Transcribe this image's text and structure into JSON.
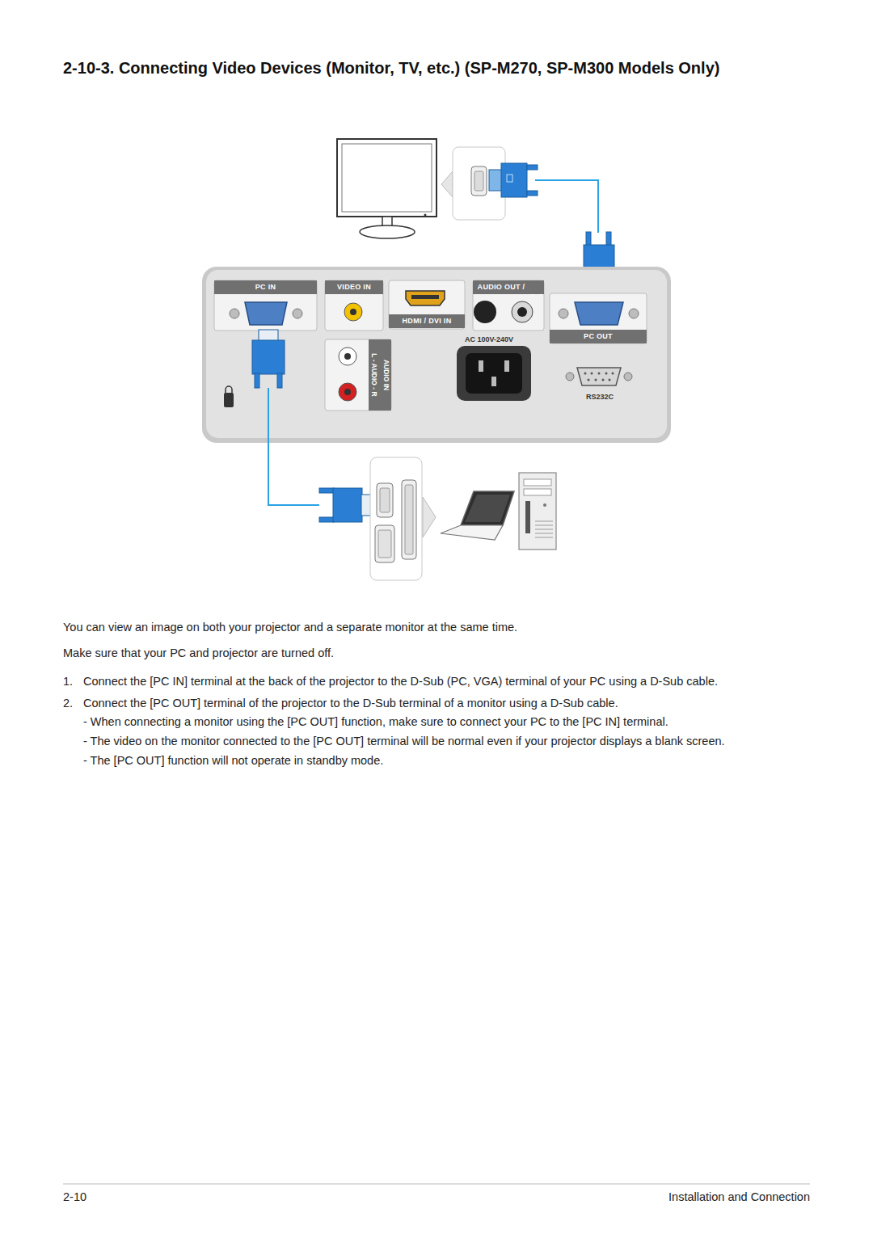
{
  "diagram": {
    "title": "2-10-3. Connecting Video Devices (Monitor, TV, etc.) (SP-M270, SP-M300 Models Only)",
    "labels": [
      "PC IN",
      "VIDEO IN",
      "HDMI / DVI IN",
      "AUDIO OUT /",
      "AUDIO IN",
      "L - AUDIO - R",
      "AC 100V-240V",
      "PC OUT",
      "RS232C",
      "You can view an image on both your projector and a separate monitor at the same time.",
      "Make sure that your PC and projector are turned off.",
      "1.",
      "Connect the [PC IN] terminal at the back of the projector to the D-Sub (PC, VGA) terminal of your PC using a D-Sub cable.",
      "2.",
      "Connect the [PC OUT] terminal of the projector to the D-Sub terminal of a monitor using a D-Sub cable.",
      "- When connecting a monitor using the [PC OUT] function, make sure to connect your PC to the [PC IN] terminal.",
      "- The video on the monitor connected to the [PC OUT] terminal will be normal even if your projector displays a blank screen.",
      "- The [PC OUT] function will not operate in standby mode.",
      "2-10",
      "Installation and Connection"
    ]
  }
}
